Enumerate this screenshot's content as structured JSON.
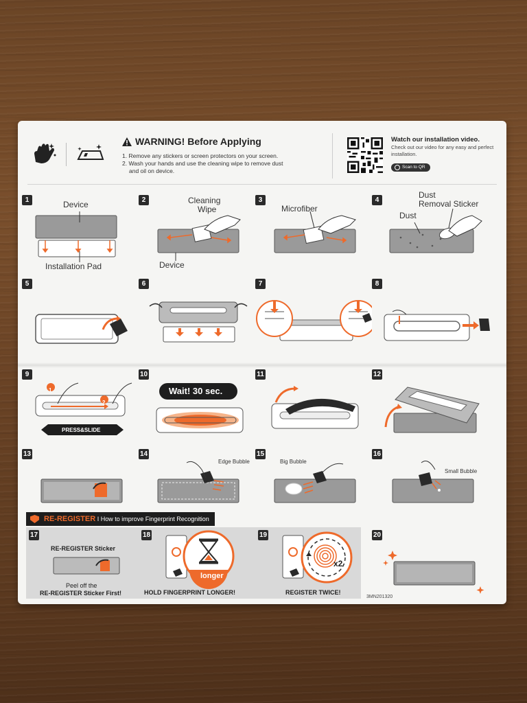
{
  "header": {
    "warning_title": "WARNING! Before Applying",
    "warning_items": [
      "1. Remove any stickers or screen protectors on your screen.",
      "2. Wash your hands and use the cleaning wipe to remove dust",
      "and oil on device."
    ],
    "video_title": "Watch our installation video.",
    "video_desc": "Check out our video for any easy and perfect installation.",
    "scan_label": "Scan to QR"
  },
  "steps": [
    {
      "num": "1",
      "labels": [
        "Device",
        "Installation Pad"
      ]
    },
    {
      "num": "2",
      "labels": [
        "Cleaning",
        "Wipe",
        "Device"
      ]
    },
    {
      "num": "3",
      "labels": [
        "Microfiber"
      ]
    },
    {
      "num": "4",
      "labels": [
        "Dust",
        "Removal Sticker",
        "Dust"
      ]
    },
    {
      "num": "5",
      "labels": []
    },
    {
      "num": "6",
      "labels": []
    },
    {
      "num": "7",
      "labels": []
    },
    {
      "num": "8",
      "labels": []
    },
    {
      "num": "9",
      "labels": [
        "PRESS&SLIDE",
        "1",
        "2"
      ]
    },
    {
      "num": "10",
      "labels": [
        "Wait! 30 sec."
      ]
    },
    {
      "num": "11",
      "labels": []
    },
    {
      "num": "12",
      "labels": []
    },
    {
      "num": "13",
      "labels": []
    },
    {
      "num": "14",
      "labels": [
        "Edge Bubble"
      ]
    },
    {
      "num": "15",
      "labels": [
        "Big Bubble"
      ]
    },
    {
      "num": "16",
      "labels": [
        "Small Bubble"
      ]
    },
    {
      "num": "17",
      "labels": [
        "RE-REGISTER Sticker",
        "Peel off the",
        "RE-REGISTER Sticker First!"
      ]
    },
    {
      "num": "18",
      "labels": [
        "longer",
        "HOLD FINGERPRINT LONGER!"
      ]
    },
    {
      "num": "19",
      "labels": [
        "x2",
        "REGISTER TWICE!"
      ]
    },
    {
      "num": "20",
      "labels": []
    }
  ],
  "banner": {
    "keyword": "RE-REGISTER",
    "rest": " I How to improve Fingerprint Recognition"
  },
  "product_code": "3MN201320",
  "colors": {
    "accent": "#ee6a2b",
    "dark": "#2a2a2a",
    "panel": "#d9d9d9",
    "paper": "#f5f5f3"
  }
}
